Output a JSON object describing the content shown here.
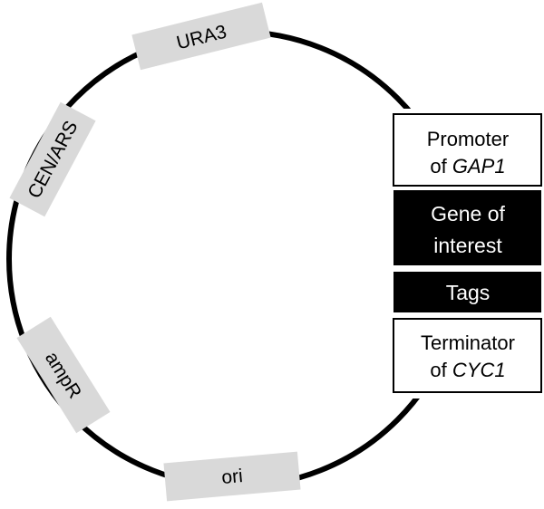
{
  "colors": {
    "background": "#ffffff",
    "backbone": "#000000",
    "marker_fill": "#d9d9d9",
    "cassette_light_fill": "#ffffff",
    "cassette_dark_fill": "#000000"
  },
  "plasmid_markers": [
    {
      "id": "ura3",
      "label": "URA3"
    },
    {
      "id": "cen-ars",
      "label": "CEN/ARS"
    },
    {
      "id": "ampr",
      "label": "ampR"
    },
    {
      "id": "ori",
      "label": "ori"
    }
  ],
  "cassette": {
    "promoter": {
      "line1": "Promoter",
      "line2_prefix": "of ",
      "line2_gene": "GAP1"
    },
    "gene": {
      "line1": "Gene of",
      "line2": "interest"
    },
    "tags": {
      "label": "Tags"
    },
    "terminator": {
      "line1": "Terminator",
      "line2_prefix": "of ",
      "line2_gene": "CYC1"
    }
  }
}
